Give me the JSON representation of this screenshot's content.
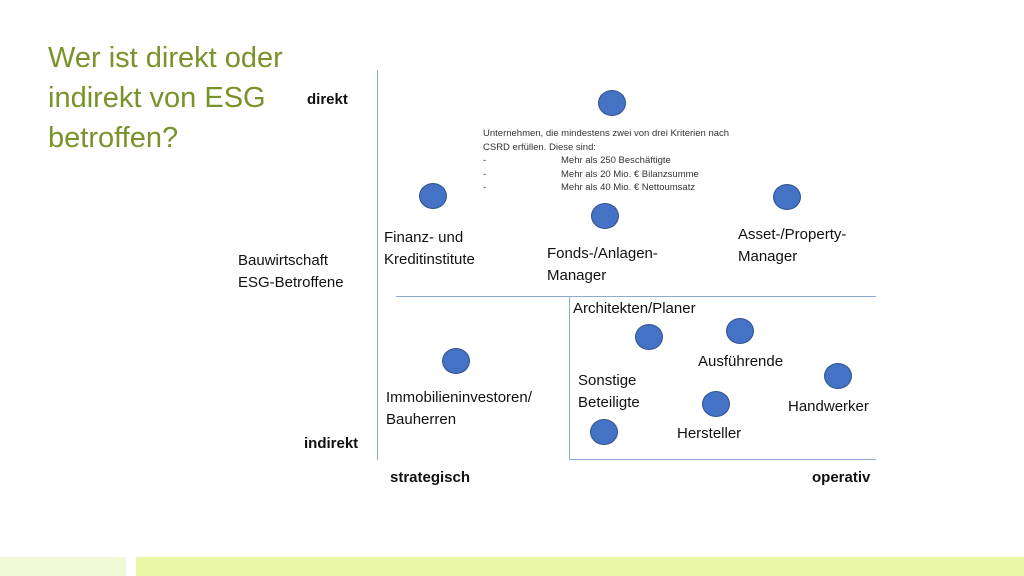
{
  "title": "Wer ist direkt oder indirekt von ESG betroffen?",
  "axes": {
    "y_top": "direkt",
    "y_bottom": "indirekt",
    "x_left": "strategisch",
    "x_right": "operativ"
  },
  "row_label": {
    "line1": "Bauwirtschaft",
    "line2": "ESG-Betroffene"
  },
  "note": {
    "line1": "Unternehmen, die mindestens zwei von drei Kriterien nach",
    "line2": "CSRD erfüllen. Diese sind:",
    "criteria": [
      {
        "bullet": "-",
        "text": "Mehr als 250 Beschäftigte"
      },
      {
        "bullet": "-",
        "text": "Mehr als 20 Mio. € Bilanzsumme"
      },
      {
        "bullet": "-",
        "text": "Mehr als 40 Mio. € Nettoumsatz"
      }
    ]
  },
  "groups": {
    "finanz": {
      "line1": "Finanz- und",
      "line2": "Kreditinstitute"
    },
    "fonds": {
      "line1": "Fonds-/Anlagen-",
      "line2": "Manager"
    },
    "asset": {
      "line1": "Asset-/Property-",
      "line2": "Manager"
    },
    "architekten": {
      "line1": "Architekten/Planer"
    },
    "ausfuehrende": {
      "line1": "Ausführende"
    },
    "sonstige": {
      "line1": "Sonstige",
      "line2": "Beteiligte"
    },
    "immobilien": {
      "line1": "Immobilieninvestoren/",
      "line2": "Bauherren"
    },
    "hersteller": {
      "line1": "Hersteller"
    },
    "handwerker": {
      "line1": "Handwerker"
    }
  },
  "colors": {
    "title": "#77932a",
    "dot": "#4472c4",
    "lines": "#8fa9d6",
    "footer_bar": "#e9f7a6"
  }
}
